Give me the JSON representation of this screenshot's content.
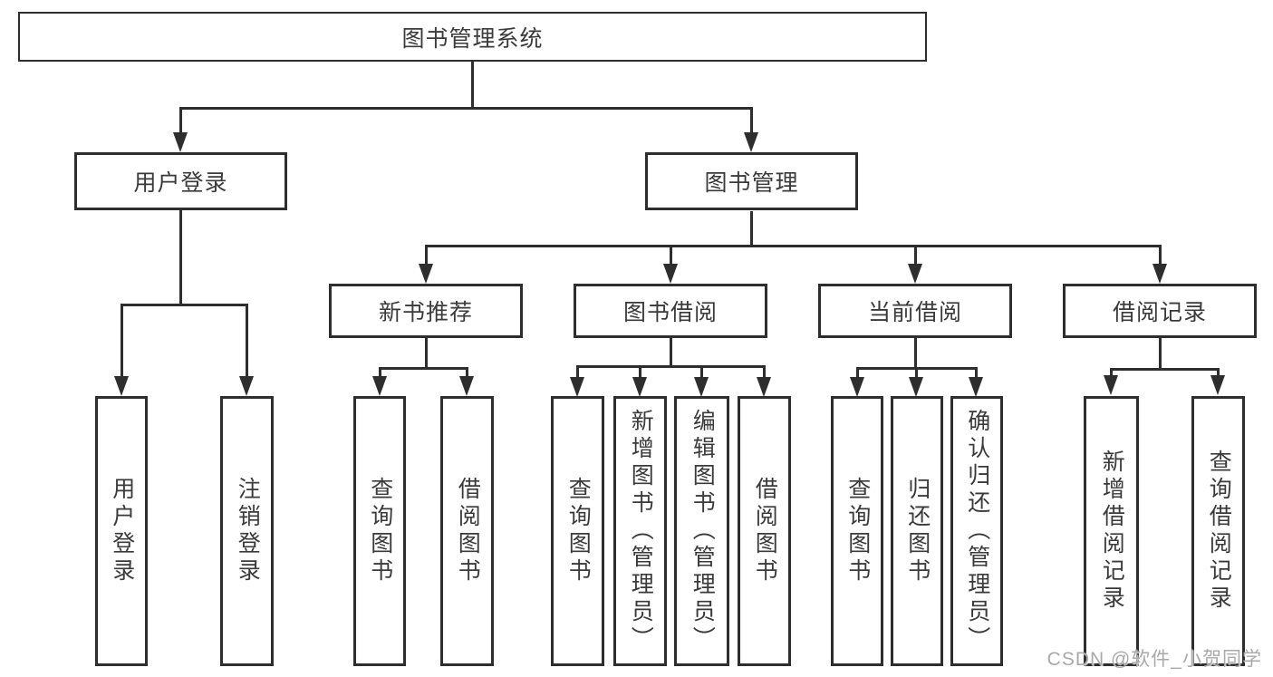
{
  "diagram": {
    "root": "图书管理系统",
    "branches": {
      "user_login": {
        "label": "用户登录",
        "children": [
          "用户登录",
          "注销登录"
        ]
      },
      "book_mgmt": {
        "label": "图书管理",
        "sections": [
          {
            "label": "新书推荐",
            "children": [
              "查询图书",
              "借阅图书"
            ]
          },
          {
            "label": "图书借阅",
            "children": [
              "查询图书",
              "新增图书（管理员）",
              "编辑图书（管理员）",
              "借阅图书"
            ]
          },
          {
            "label": "当前借阅",
            "children": [
              "查询图书",
              "归还图书",
              "确认归还（管理员）"
            ]
          },
          {
            "label": "借阅记录",
            "children": [
              "新增借阅记录",
              "查询借阅记录"
            ]
          }
        ]
      }
    }
  },
  "colors": {
    "line": "#2e2e2e",
    "text": "#3a3a3a",
    "watermark": "#a9a9a9"
  },
  "watermark": "CSDN @软件_小贺同学"
}
